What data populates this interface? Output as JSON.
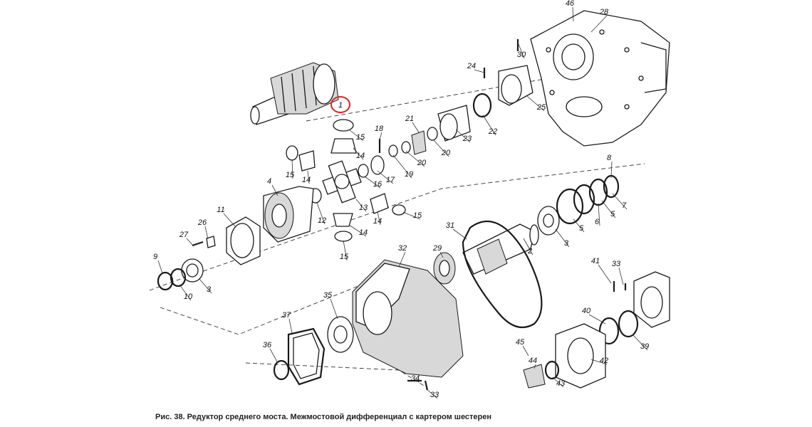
{
  "caption": "Рис. 38. Редуктор среднего моста. Межмостовой дифференциал с картером шестерен",
  "highlight": {
    "label": "1",
    "color": "#e02020"
  },
  "callouts": [
    "46",
    "28",
    "30",
    "24",
    "25",
    "21",
    "22",
    "23",
    "20",
    "20",
    "19",
    "18",
    "17",
    "16",
    "15",
    "15",
    "15",
    "15",
    "14",
    "14",
    "14",
    "14",
    "13",
    "12",
    "11",
    "4",
    "8",
    "7",
    "6",
    "5",
    "5",
    "3",
    "3",
    "2",
    "31",
    "29",
    "32",
    "26",
    "27",
    "9",
    "10",
    "35",
    "37",
    "36",
    "34",
    "33",
    "33",
    "41",
    "40",
    "39",
    "42",
    "43",
    "44",
    "45"
  ]
}
